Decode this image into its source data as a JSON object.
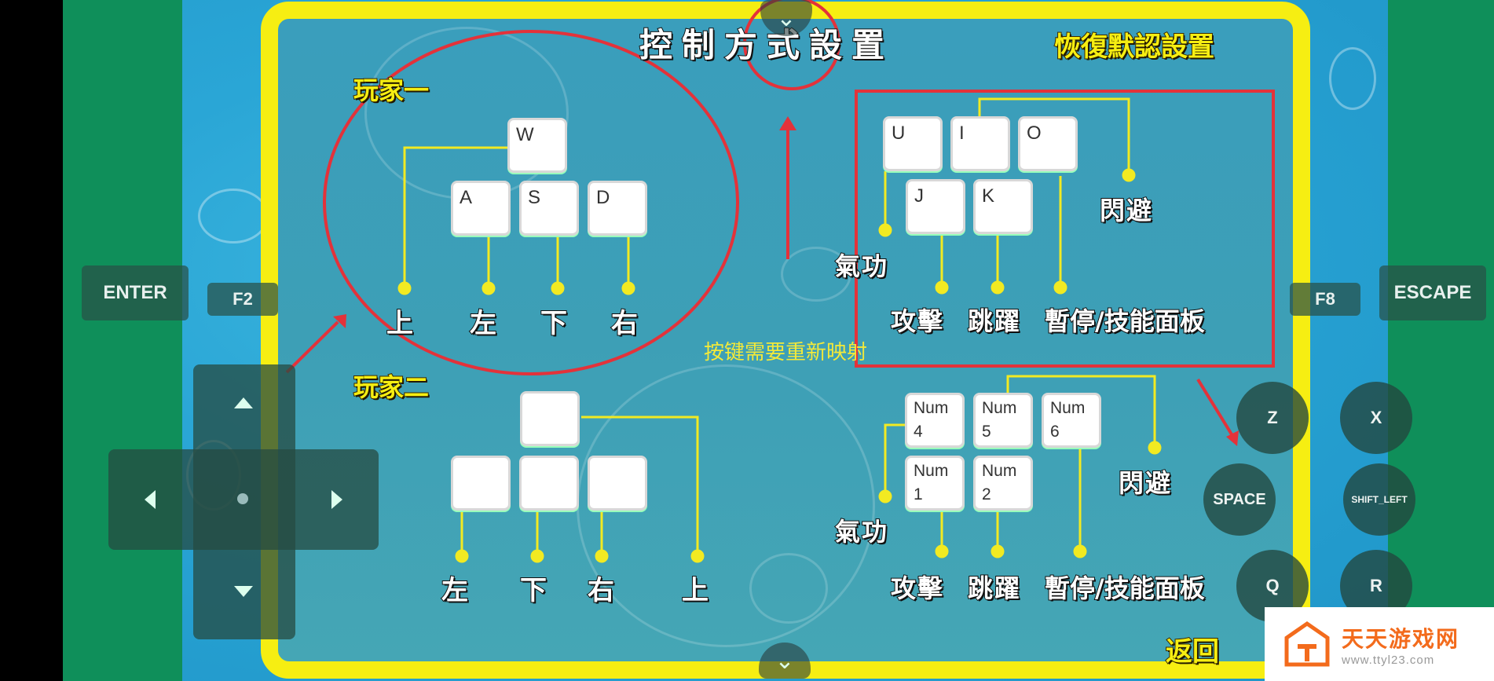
{
  "title": "控制方式設置",
  "reset_button": "恢復默認設置",
  "back_button": "返回",
  "remap_hint": "按键需要重新映射",
  "player1": {
    "label": "玩家一",
    "move_keys": [
      "W",
      "A",
      "S",
      "D"
    ],
    "move_labels": [
      "上",
      "左",
      "下",
      "右"
    ],
    "action_keys": [
      "U",
      "I",
      "O",
      "J",
      "K"
    ],
    "action_labels": {
      "qigong": "氣功",
      "attack": "攻擊",
      "jump": "跳躍",
      "pause": "暫停/技能面板",
      "dodge": "閃避"
    }
  },
  "player2": {
    "label": "玩家二",
    "move_labels": [
      "左",
      "下",
      "右",
      "上"
    ],
    "action_keys": [
      "Num\n4",
      "Num\n5",
      "Num\n6",
      "Num\n1",
      "Num\n2"
    ],
    "action_labels": {
      "qigong": "氣功",
      "attack": "攻擊",
      "jump": "跳躍",
      "pause": "暫停/技能面板",
      "dodge": "閃避"
    }
  },
  "overlay": {
    "enter": "ENTER",
    "f2": "F2",
    "f8": "F8",
    "escape": "ESCAPE",
    "z": "Z",
    "x": "X",
    "space": "SPACE",
    "shift_left": "SHIFT_LEFT",
    "q": "Q",
    "r": "R"
  },
  "watermark": {
    "title": "天天游戏网",
    "url": "www.ttyl23.com"
  },
  "colors": {
    "frame_yellow": "#f6ee12",
    "guide_line": "#f2ea22",
    "annotation_red": "#e3323a",
    "watermark_orange": "#f36b1c"
  }
}
